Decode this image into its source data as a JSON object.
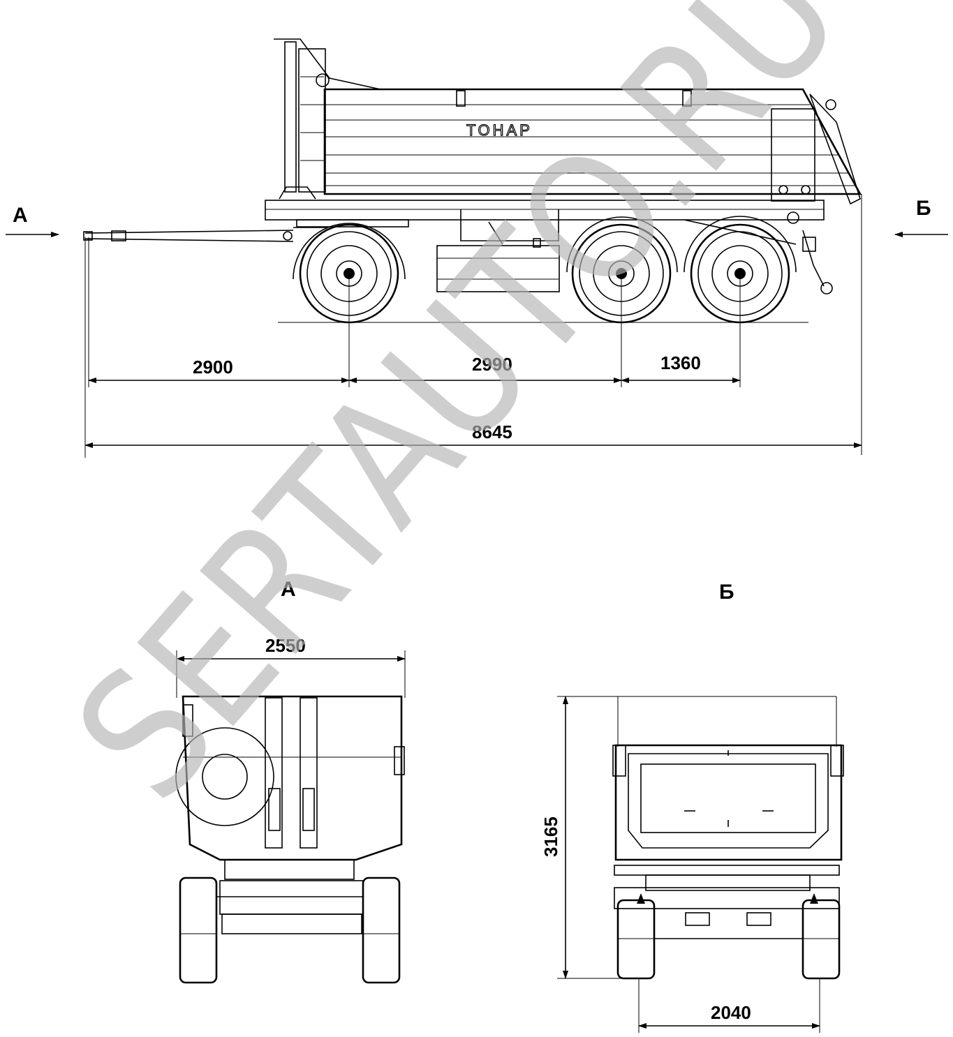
{
  "brand": "ТОНАР",
  "watermark": "SERTAUTO.RU",
  "view_labels": {
    "arrow_left": "А",
    "arrow_right": "Б",
    "view_a_title": "А",
    "view_b_title": "Б"
  },
  "dimensions": {
    "drawbar_to_axle1": "2900",
    "axle1_to_axle2": "2990",
    "axle2_to_axle3": "1360",
    "overall_length": "8645",
    "width": "2550",
    "height": "3165",
    "track": "2040"
  }
}
